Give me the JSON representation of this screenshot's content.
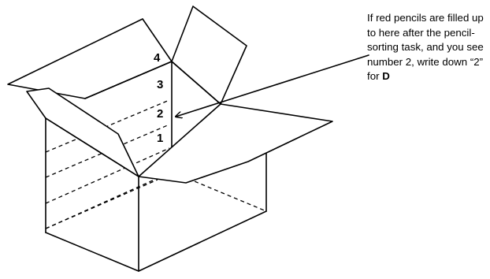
{
  "levels": [
    "1",
    "2",
    "3",
    "4"
  ],
  "callout": {
    "text": "If red pencils are filled up to here after the pencil-sorting task, and you see number 2, write down “2” for ",
    "variable": "D"
  }
}
